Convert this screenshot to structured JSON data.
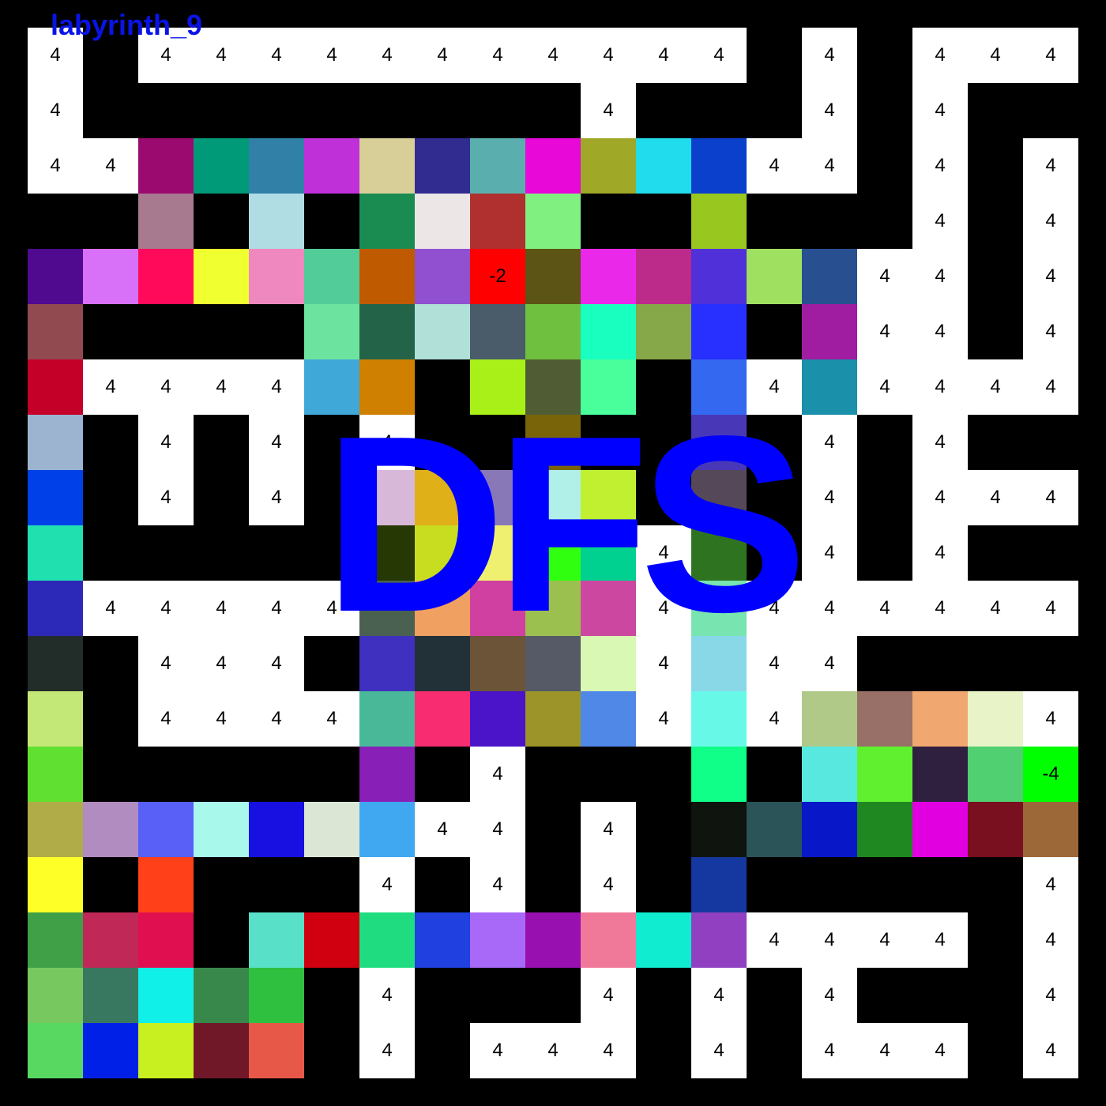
{
  "title": "labyrinth_9",
  "algorithm_label": "DFS",
  "colors": {
    "wall": "#000000",
    "open": "#ffffff",
    "start": "#ff0000",
    "goal": "#00ff00",
    "label": "#0000ff"
  },
  "grid": {
    "rows": 19,
    "cols": 19,
    "cells": [
      [
        "4",
        "#000000",
        "4",
        "4",
        "4",
        "4",
        "4",
        "4",
        "4",
        "4",
        "4",
        "4",
        "4",
        "#000000",
        "4",
        "#000000",
        "4",
        "4",
        "4"
      ],
      [
        "4",
        "#000000",
        "#000000",
        "#000000",
        "#000000",
        "#000000",
        "#000000",
        "#000000",
        "#000000",
        "#000000",
        "4",
        "#000000",
        "#000000",
        "#000000",
        "4",
        "#000000",
        "4",
        "#000000",
        "#000000"
      ],
      [
        "4",
        "4",
        "#9b0a6e",
        "#009a78",
        "#3080a8",
        "#c030d8",
        "#d8ce98",
        "#302c90",
        "#5aafae",
        "#e808d8",
        "#a0a828",
        "#20dcec",
        "#0a40cc",
        "4",
        "4",
        "#000000",
        "4",
        "#000000",
        "4"
      ],
      [
        "#000000",
        "#000000",
        "#a87a90",
        "#000000",
        "#b0dce4",
        "#000000",
        "#1a8c52",
        "#ece6e6",
        "#b03030",
        "#80f080",
        "#000000",
        "#000000",
        "#98c820",
        "#000000",
        "#000000",
        "#000000",
        "4",
        "#000000",
        "4"
      ],
      [
        "#500a90",
        "#d870f8",
        "#ff0a5a",
        "#f0ff30",
        "#f088c0",
        "#52cc98",
        "#c05a00",
        "#9050d0",
        "-2",
        "#5c5414",
        "#ea28ea",
        "#bc2a8a",
        "#5030d8",
        "#a0e060",
        "#285090",
        "4",
        "4",
        "#000000",
        "4"
      ],
      [
        "#904a50",
        "#000000",
        "#000000",
        "#000000",
        "#000000",
        "#6ce4a0",
        "#236448",
        "#b0e0d8",
        "#4a5c6a",
        "#70c040",
        "#18ffc0",
        "#86a848",
        "#2830ff",
        "#000000",
        "#a01ca0",
        "4",
        "4",
        "#000000",
        "4"
      ],
      [
        "#c40028",
        "4",
        "4",
        "4",
        "4",
        "#40a8d8",
        "#d08000",
        "#000000",
        "#a8f018",
        "#505c34",
        "#48ff9c",
        "#000000",
        "#3468f0",
        "4",
        "#1a90aa",
        "4",
        "4",
        "4",
        "4"
      ],
      [
        "#9cb4d0",
        "#000000",
        "4",
        "#000000",
        "4",
        "#000000",
        "4",
        "#000000",
        "#000000",
        "#7a640a",
        "#000000",
        "#000000",
        "#4838b8",
        "#000000",
        "4",
        "#000000",
        "4",
        "#000000",
        "#000000"
      ],
      [
        "#0040e8",
        "#000000",
        "4",
        "#000000",
        "4",
        "#000000",
        "#d8b8d8",
        "#e0b018",
        "#8878b8",
        "#b0f0e8",
        "#c0f030",
        "#000000",
        "#554858",
        "#000000",
        "4",
        "#000000",
        "4",
        "4",
        "4"
      ],
      [
        "#20e0b0",
        "#000000",
        "#000000",
        "#000000",
        "#000000",
        "#000000",
        "#263804",
        "#c8dc20",
        "#f0f070",
        "#30ff10",
        "#00d090",
        "4",
        "#2e7420",
        "#000000",
        "4",
        "#000000",
        "4",
        "#000000",
        "#000000"
      ],
      [
        "#2c28b8",
        "4",
        "4",
        "4",
        "4",
        "4",
        "#4a6050",
        "#f0a060",
        "#d040a0",
        "#9cc050",
        "#cc48a0",
        "4",
        "#78e4b0",
        "4",
        "4",
        "4",
        "4",
        "4",
        "4"
      ],
      [
        "#222c28",
        "#000000",
        "4",
        "4",
        "4",
        "#000000",
        "#4030c0",
        "#223038",
        "#6c5438",
        "#555a66",
        "#d8f8b4",
        "4",
        "#88d8e8",
        "4",
        "4",
        "#000000",
        "#000000",
        "#000000",
        "#000000"
      ],
      [
        "#c4e878",
        "#000000",
        "4",
        "4",
        "4",
        "4",
        "#48b898",
        "#f82c70",
        "#4c14c8",
        "#9c9428",
        "#5088e8",
        "4",
        "#68f8e8",
        "4",
        "#b0c888",
        "#987068",
        "#f0a870",
        "#e8f4c8",
        "4"
      ],
      [
        "#60e030",
        "#000000",
        "#000000",
        "#000000",
        "#000000",
        "#000000",
        "#8820b8",
        "#000000",
        "4",
        "#000000",
        "#000000",
        "#000000",
        "#10ff88",
        "#000000",
        "#58e8e0",
        "#60f030",
        "#302040",
        "#50d070",
        "-4"
      ],
      [
        "#b0ac48",
        "#b08cc0",
        "#5860f8",
        "#a8f8ec",
        "#1810e0",
        "#dce6d4",
        "#40a8f0",
        "4",
        "4",
        "#000000",
        "4",
        "#000000",
        "#10140e",
        "#2a5458",
        "#0818c8",
        "#208820",
        "#e000e0",
        "#781020",
        "#9c6838"
      ],
      [
        "#ffff28",
        "#000000",
        "#ff4018",
        "#000000",
        "#000000",
        "#000000",
        "4",
        "#000000",
        "4",
        "#000000",
        "4",
        "#000000",
        "#1438a0",
        "#000000",
        "#000000",
        "#000000",
        "#000000",
        "#000000",
        "4"
      ],
      [
        "#40a048",
        "#c02858",
        "#e01050",
        "#000000",
        "#58e0c8",
        "#d00010",
        "#20dc80",
        "#2040e0",
        "#a868f8",
        "#9810b0",
        "#f07898",
        "#10ecd0",
        "#9040c0",
        "4",
        "4",
        "4",
        "4",
        "#000000",
        "4"
      ],
      [
        "#78c860",
        "#387860",
        "#10f0e8",
        "#38884c",
        "#30c040",
        "#000000",
        "4",
        "#000000",
        "#000000",
        "#000000",
        "4",
        "#000000",
        "4",
        "#000000",
        "4",
        "#000000",
        "#000000",
        "#000000",
        "4"
      ],
      [
        "#58d860",
        "#0020e8",
        "#c8f020",
        "#701828",
        "#e85848",
        "#000000",
        "4",
        "#000000",
        "4",
        "4",
        "4",
        "#000000",
        "4",
        "#000000",
        "4",
        "4",
        "4",
        "#000000",
        "4"
      ]
    ]
  }
}
